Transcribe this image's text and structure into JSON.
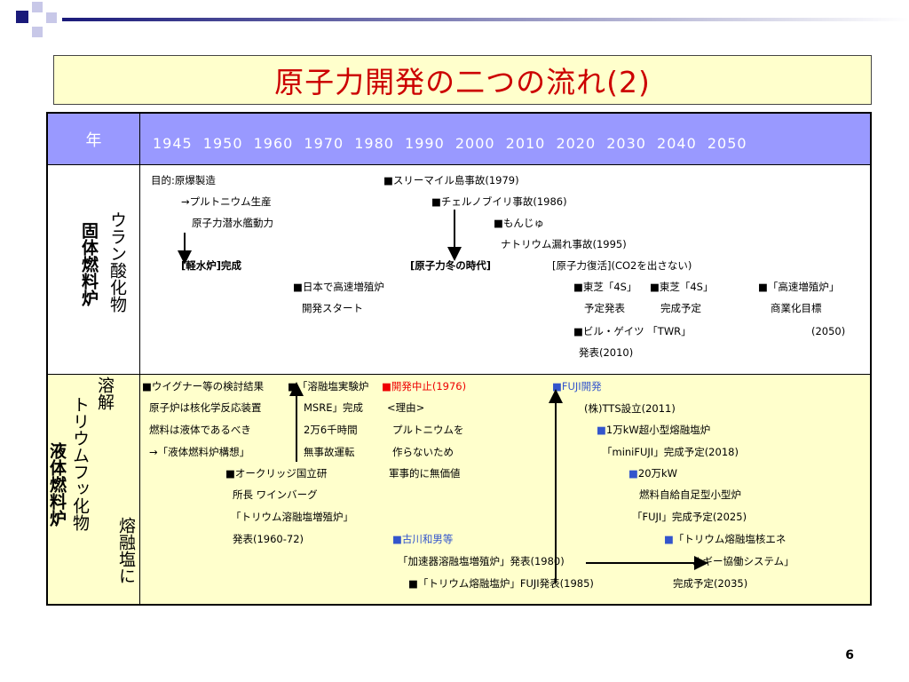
{
  "title": "原子力開発の二つの流れ(2)",
  "header": {
    "year_label": "年",
    "years": "1945 1950 1960 1970 1980 1990 2000 2010 2020 2030 2040 2050"
  },
  "rows": {
    "solid": {
      "label_main": "固体燃料炉",
      "label_sub": "ウラン酸化物",
      "items": {
        "a1": "目的:原爆製造",
        "a2": "→プルトニウム生産",
        "a3": "原子力潜水艦動力",
        "a4": "[軽水炉]完成",
        "a5": "■日本で高速増殖炉",
        "a6": "開発スタート",
        "b1": "■スリーマイル島事故(1979)",
        "b2": "■チェルノブイリ事故(1986)",
        "b3": "■もんじゅ",
        "b4": "ナトリウム漏れ事故(1995)",
        "b5": "[原子力冬の時代]",
        "b6": "[原子力復活]",
        "b6b": "(CO2を出さない)",
        "c1": "■東芝「4S」",
        "c2": "予定発表",
        "c3": "■東芝「4S」",
        "c4": "完成予定",
        "c5": "■「高速増殖炉」",
        "c6": "商業化目標",
        "c7": "(2050)",
        "c8": "■ビル・ゲイツ 「TWR」",
        "c9": "発表(2010)"
      }
    },
    "liquid": {
      "label_main": "液体燃料炉",
      "label_sub1": "溶解",
      "label_sub2": "トリウムフッ化物",
      "label_sub3": "熔融塩に",
      "items": {
        "d1": "■ウイグナー等の検討結果",
        "d2": "原子炉は核化学反応装置",
        "d3": "燃料は液体であるべき",
        "d4": "→「液体燃料炉構想」",
        "e1": "■「溶融塩実験炉",
        "e2": "MSRE」完成",
        "e3": "2万6千時間",
        "e4": "無事故運転",
        "f1": "■開発中止(1976)",
        "f2": "<理由>",
        "f3": "プルトニウムを",
        "f4": "作らないため",
        "f5": "軍事的に無価値",
        "g1": "■オークリッジ国立研",
        "g2": "所長 ワインバーグ",
        "g3": "「トリウム溶融塩増殖炉」",
        "g4": "発表(1960-72)",
        "h1": "■古川和男等",
        "h2": "「加速器溶融塩増殖炉」発表(1980)",
        "h3": "■「トリウム熔融塩炉」FUJI発表(1985)",
        "i1": "■FUJI開発",
        "i2": "(株)TTS設立(2011)",
        "i3": "■1万kW超小型熔融塩炉",
        "i4": "「miniFUJI」完成予定(2018)",
        "i5": "■20万kW",
        "i6": "燃料自給自足型小型炉",
        "i7": "「FUJI」完成予定(2025)",
        "i8": "■「トリウム熔融塩核エネ",
        "i9": "ルギー協働システム」",
        "i10": "完成予定(2035)"
      }
    }
  },
  "page_number": "6",
  "colors": {
    "title_text": "#cc0000",
    "title_bg": "#ffffcc",
    "header_bg": "#9999ff",
    "liquid_bg": "#ffffcc",
    "highlight_red": "#ee0000",
    "highlight_blue": "#3355cc"
  }
}
